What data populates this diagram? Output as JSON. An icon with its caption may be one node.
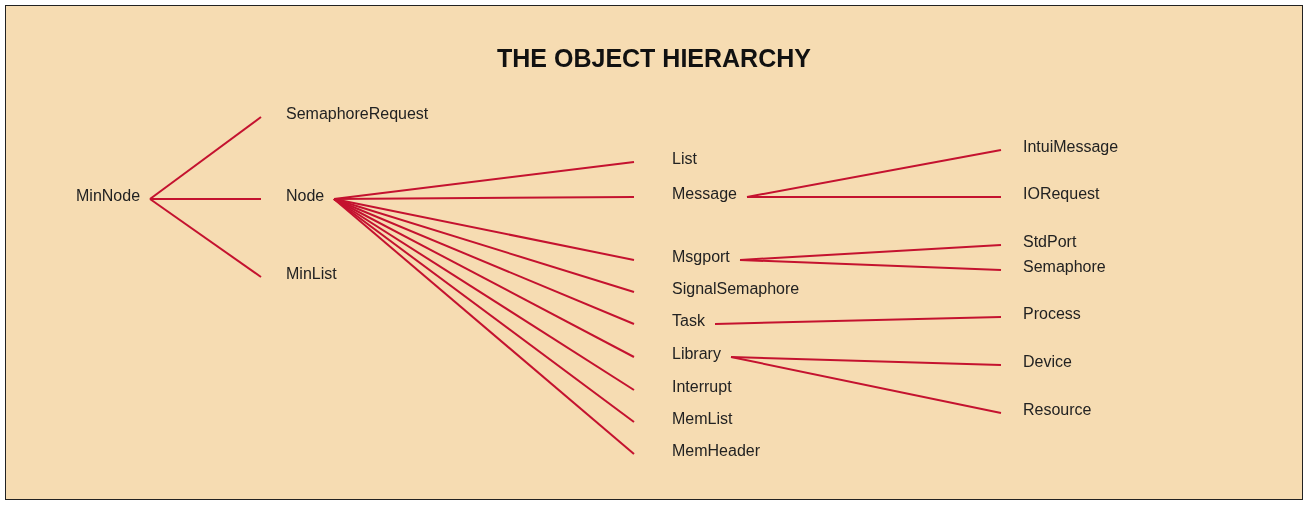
{
  "diagram": {
    "title": "THE OBJECT HIERARCHY",
    "nodes": [
      {
        "text": [
          "MinNode"
        ]
      },
      {
        "text": [
          "SemaphoreRequest"
        ]
      },
      {
        "text": [
          "Node"
        ]
      },
      {
        "text": [
          "MinList"
        ]
      },
      {
        "text": [
          "List"
        ]
      },
      {
        "text": [
          "Message"
        ]
      },
      {
        "text": [
          "Msgport"
        ]
      },
      {
        "text": [
          "SignalSemaphore"
        ]
      },
      {
        "text": [
          "Task"
        ]
      },
      {
        "text": [
          "Library"
        ]
      },
      {
        "text": [
          "Interrupt"
        ]
      },
      {
        "text": [
          "MemList"
        ]
      },
      {
        "text": [
          "MemHeader"
        ]
      },
      {
        "text": [
          "IntuiMessage"
        ]
      },
      {
        "text": [
          "IORequest"
        ]
      },
      {
        "text": [
          "StdPort"
        ]
      },
      {
        "text": [
          "Semaphore"
        ]
      },
      {
        "text": [
          "Process"
        ]
      },
      {
        "text": [
          "Device"
        ]
      },
      {
        "text": [
          "Resource"
        ]
      }
    ],
    "edges": [
      {
        "from": 0,
        "to": 1,
        "arrow": "none"
      },
      {
        "from": 0,
        "to": 2,
        "arrow": "none"
      },
      {
        "from": 0,
        "to": 3,
        "arrow": "none"
      },
      {
        "from": 2,
        "to": 4,
        "arrow": "none"
      },
      {
        "from": 2,
        "to": 5,
        "arrow": "none"
      },
      {
        "from": 2,
        "to": 6,
        "arrow": "none"
      },
      {
        "from": 2,
        "to": 7,
        "arrow": "none"
      },
      {
        "from": 2,
        "to": 8,
        "arrow": "none"
      },
      {
        "from": 2,
        "to": 9,
        "arrow": "none"
      },
      {
        "from": 2,
        "to": 10,
        "arrow": "none"
      },
      {
        "from": 2,
        "to": 11,
        "arrow": "none"
      },
      {
        "from": 2,
        "to": 12,
        "arrow": "none"
      },
      {
        "from": 5,
        "to": 13,
        "arrow": "none"
      },
      {
        "from": 5,
        "to": 14,
        "arrow": "none"
      },
      {
        "from": 6,
        "to": 15,
        "arrow": "none"
      },
      {
        "from": 6,
        "to": 16,
        "arrow": "none"
      },
      {
        "from": 8,
        "to": 17,
        "arrow": "none"
      },
      {
        "from": 9,
        "to": 18,
        "arrow": "none"
      },
      {
        "from": 9,
        "to": 19,
        "arrow": "none"
      }
    ]
  }
}
